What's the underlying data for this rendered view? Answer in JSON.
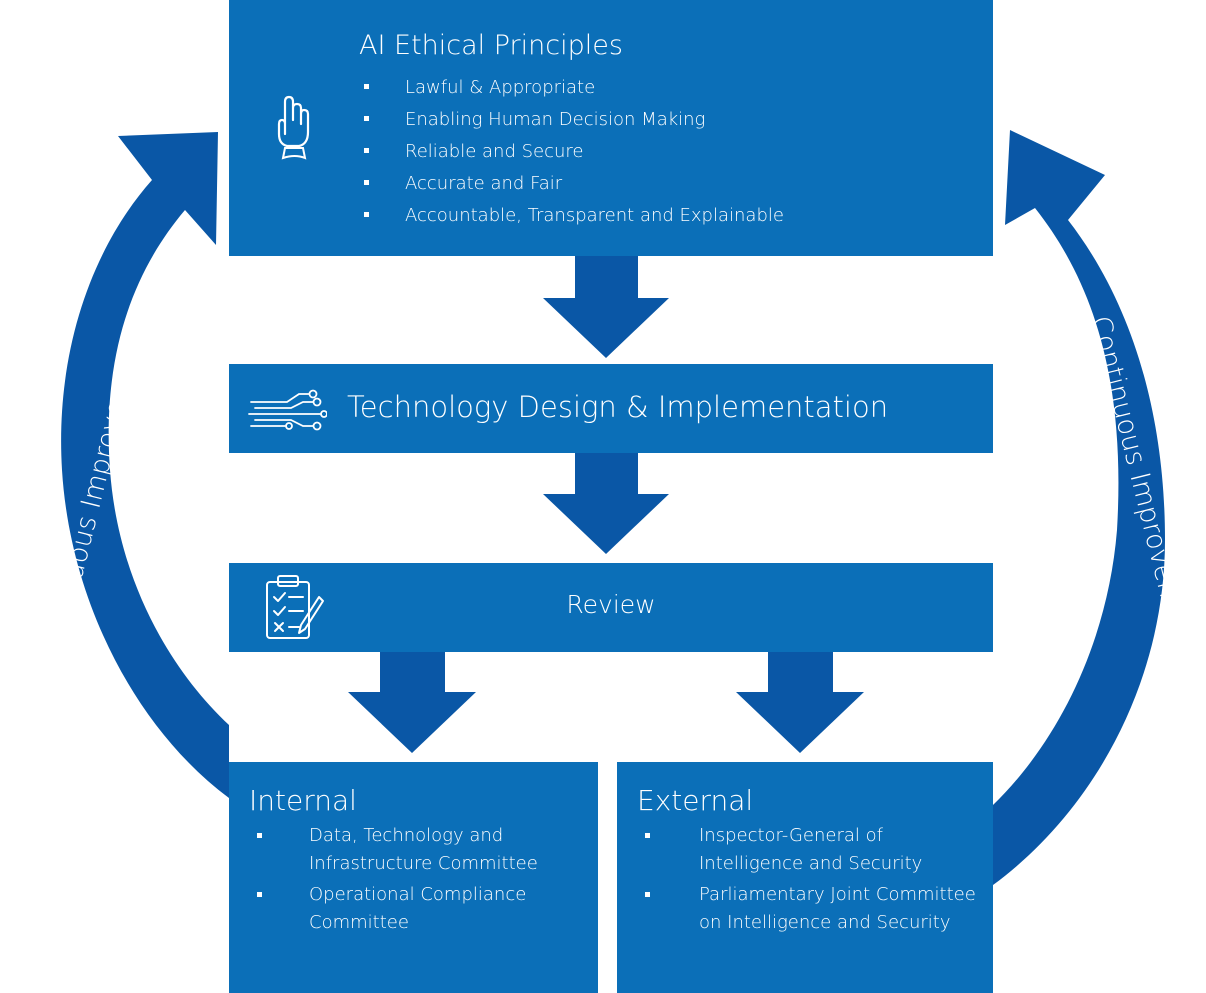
{
  "colors": {
    "box": "#0b6fb8",
    "arrow": "#0a57a6",
    "text": "#ffffff",
    "background": "#ffffff"
  },
  "principles": {
    "title": "AI Ethical Principles",
    "icon": "raised-hand-icon",
    "items": [
      "Lawful & Appropriate",
      "Enabling Human Decision Making",
      "Reliable and Secure",
      "Accurate and Fair",
      "Accountable, Transparent and Explainable"
    ]
  },
  "technology": {
    "title": "Technology Design & Implementation",
    "icon": "circuit-icon"
  },
  "review": {
    "title": "Review",
    "icon": "clipboard-checklist-icon"
  },
  "internal": {
    "title": "Internal",
    "items": [
      "Data, Technology and Infrastructure Committee",
      "Operational Compliance Committee"
    ]
  },
  "external": {
    "title": "External",
    "items": [
      "Inspector-General of Intelligence and Security",
      "Parliamentary Joint Committee on Intelligence and Security"
    ]
  },
  "cycle": {
    "left_label": "Continuous Improvement",
    "right_label": "Continuous Improvement"
  }
}
